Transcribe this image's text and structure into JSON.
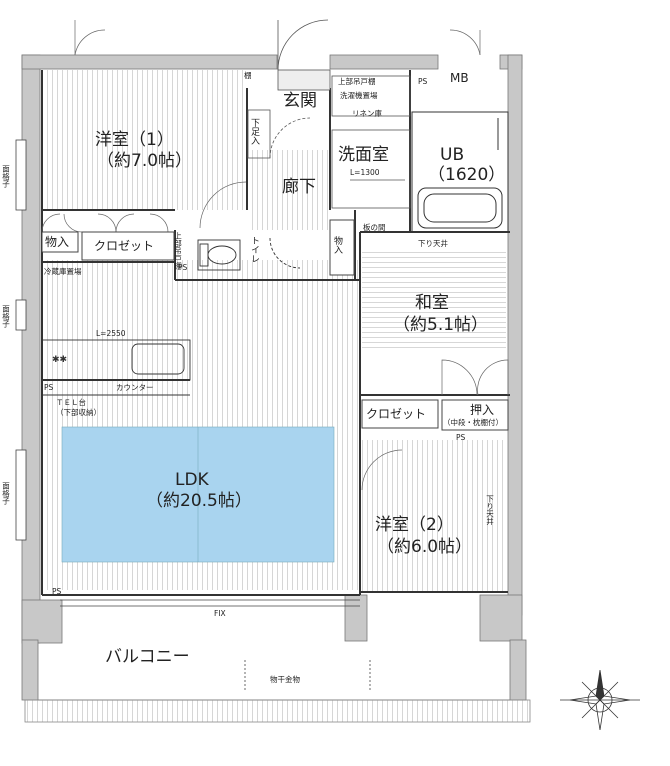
{
  "rooms": {
    "western1_name": "洋室（1）",
    "western1_size": "（約7.0帖）",
    "western2_name": "洋室（2）",
    "western2_size": "（約6.0帖）",
    "washitsu_name": "和室",
    "washitsu_size": "（約5.1帖）",
    "ldk_name": "LDK",
    "ldk_size": "（約20.5帖）",
    "ub_name": "UB",
    "ub_size": "（1620）",
    "washroom": "洗面室",
    "washroom_width": "L=1300",
    "entrance": "玄関",
    "hallway": "廊下",
    "toilet": "トイレ",
    "balcony": "バルコニー"
  },
  "storage": {
    "closet1": "クロゼット",
    "closet2": "クロゼット",
    "monoire1": "物入",
    "monoire2": "物入",
    "oshiire": "押入",
    "oshiire_note": "（中段・枕棚付）",
    "shoe_box": "下足入",
    "linen": "リネン庫",
    "upper_cabinet_top": "上部吊戸棚",
    "water_heater": "洗濯機置場",
    "board_space": "板の間",
    "upper_cabinet_toilet": "上部吊戸棚",
    "fridge": "冷蔵庫置場"
  },
  "fixtures": {
    "ps_entrance": "PS",
    "ps_toilet": "PS",
    "ps_kitchen": "PS",
    "ps_closet": "PS",
    "ps_ldk": "PS",
    "mb": "MB",
    "counter": "カウンター",
    "kitchen_length": "L=2550",
    "tel": "ＴＥＬ台",
    "tel_note": "（下部収納）",
    "fix": "FIX",
    "clothes_hanger": "物干金物",
    "lowered_ceiling_washitsu": "下り天井",
    "lowered_ceiling_western2": "下り天井",
    "lattice1": "面格子",
    "lattice2": "面格子",
    "lattice3": "面格子",
    "fridge_small": "棚"
  }
}
